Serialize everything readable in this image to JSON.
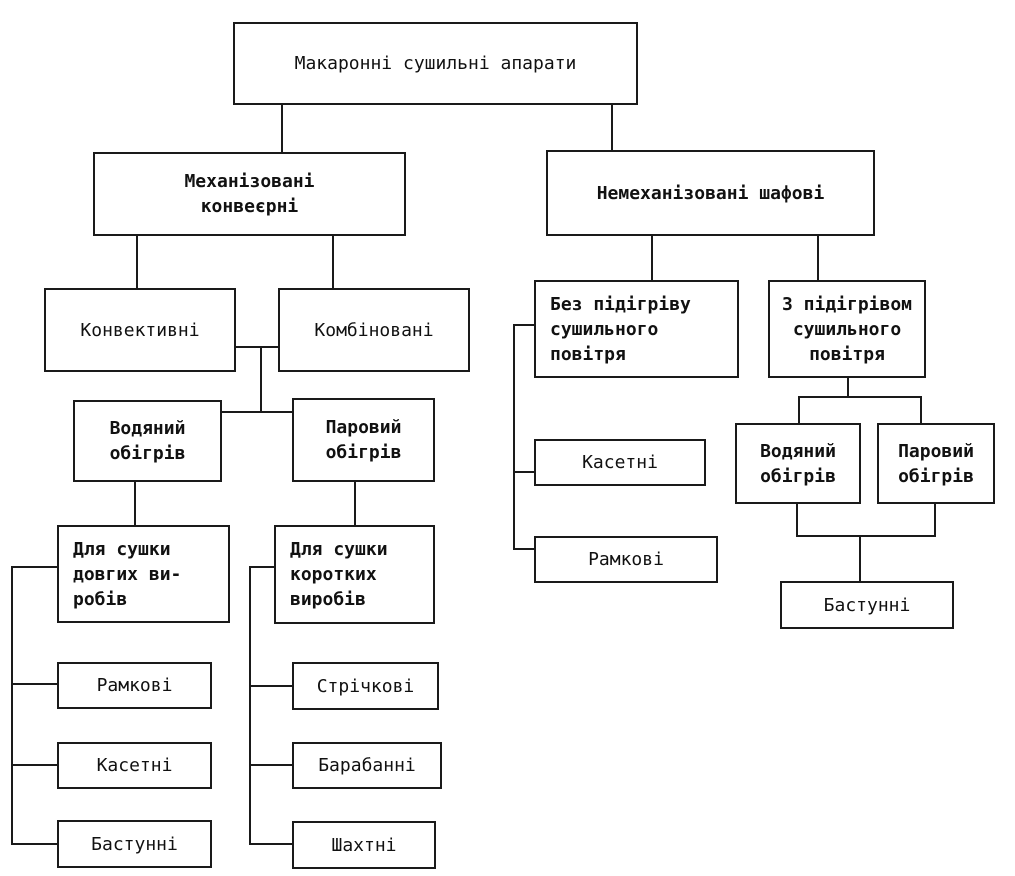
{
  "nodes": {
    "root": [
      "Макаронні сушильні апарати"
    ],
    "mechanized": [
      "Механізовані",
      "конвеєрні"
    ],
    "non_mechanized": [
      "Немеханізовані шафові"
    ],
    "convective": [
      "Конвективні"
    ],
    "combined": [
      "Комбіновані"
    ],
    "water_heating_left": [
      "Водяний",
      "обігрів"
    ],
    "steam_heating_left": [
      "Паровий",
      "обігрів"
    ],
    "long_products": [
      "Для сушки",
      "довгих ви-",
      "робів"
    ],
    "short_products": [
      "Для сушки",
      "коротких",
      "виробів"
    ],
    "frame_left": [
      "Рамкові"
    ],
    "cassette_left": [
      "Касетні"
    ],
    "cane_left": [
      "Бастунні"
    ],
    "ribbon": [
      "Стрічкові"
    ],
    "drum": [
      "Барабанні"
    ],
    "shaft": [
      "Шахтні"
    ],
    "without_heating": [
      "Без підігріву",
      "сушильного",
      "повітря"
    ],
    "with_heating": [
      "З підігрівом",
      "сушильного",
      "повітря"
    ],
    "cassette_right": [
      "Касетні"
    ],
    "frame_right": [
      "Рамкові"
    ],
    "water_heating_right": [
      "Водяний",
      "обігрів"
    ],
    "steam_heating_right": [
      "Паровий",
      "обігрів"
    ],
    "cane_right": [
      "Бастунні"
    ]
  },
  "line_color": "#1a1a1a"
}
